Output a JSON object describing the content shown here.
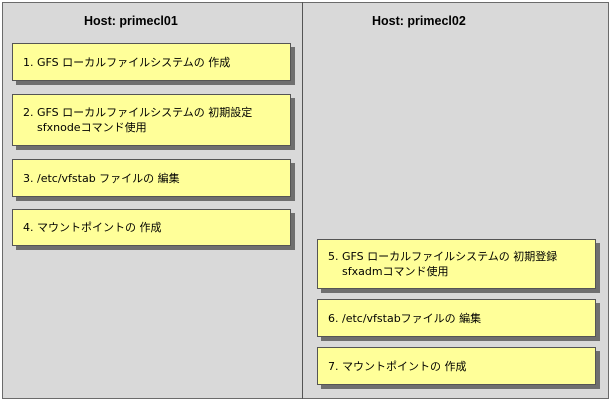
{
  "hosts": [
    {
      "name": "Host: primecl01"
    },
    {
      "name": "Host: primecl02"
    }
  ],
  "steps": [
    {
      "line1": "1. GFS ローカルファイルシステムの 作成",
      "line2": ""
    },
    {
      "line1": "2. GFS ローカルファイルシステムの 初期設定",
      "line2": "sfxnodeコマンド使用"
    },
    {
      "line1": "3. /etc/vfstab ファイルの 編集",
      "line2": ""
    },
    {
      "line1": "4. マウントポイントの 作成",
      "line2": ""
    },
    {
      "line1": "5. GFS ローカルファイルシステムの 初期登録",
      "line2": "sfxadmコマンド使用"
    },
    {
      "line1": "6. /etc/vfstabファイルの 編集",
      "line2": ""
    },
    {
      "line1": "7. マウントポイントの 作成",
      "line2": ""
    }
  ]
}
